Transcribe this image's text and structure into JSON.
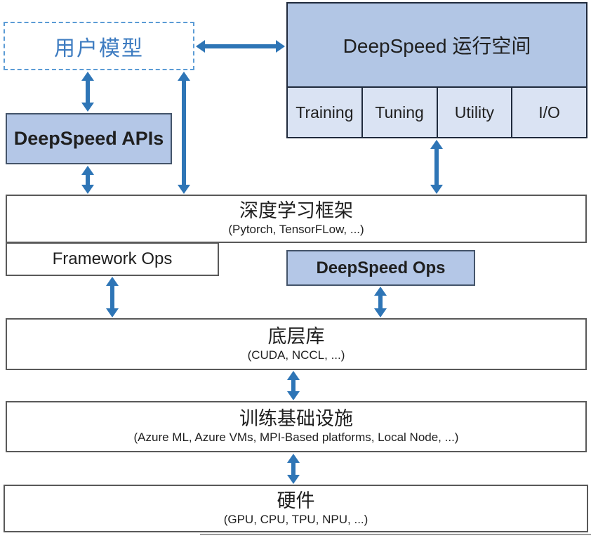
{
  "diagram": {
    "user_model": {
      "label": "用户模型"
    },
    "runtime": {
      "title": "DeepSpeed 运行空间",
      "cells": [
        "Training",
        "Tuning",
        "Utility",
        "I/O"
      ]
    },
    "apis": {
      "label": "DeepSpeed APIs"
    },
    "framework": {
      "title": "深度学习框架",
      "subtitle": "(Pytorch, TensorFLow, ...)"
    },
    "framework_ops": {
      "label": "Framework Ops"
    },
    "deepspeed_ops": {
      "label": "DeepSpeed Ops"
    },
    "low_level_libs": {
      "title": "底层库",
      "subtitle": "(CUDA, NCCL, ...)"
    },
    "infrastructure": {
      "title": "训练基础设施",
      "subtitle": "(Azure ML, Azure VMs, MPI-Based platforms, Local Node, ...)"
    },
    "hardware": {
      "title": "硬件",
      "subtitle": "(GPU, CPU, TPU, NPU, ...)"
    },
    "colors": {
      "blue_fill": "#b4c7e7",
      "light_blue_fill": "#dae3f3",
      "arrow_blue": "#2e75b6",
      "user_model_text": "#3e7cc1",
      "dashed_border": "#5b9bd5"
    }
  }
}
